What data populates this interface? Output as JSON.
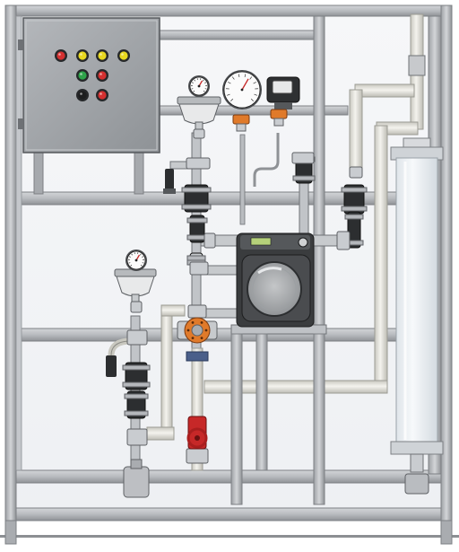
{
  "scene": {
    "colors": {
      "frame": "#b9bcc0",
      "frame_edge": "#7d8084",
      "panel": "#9a9ea2",
      "pipe": "#e4e3dc",
      "pipe_edge": "#9c9c94",
      "steel": "#c9ccd0",
      "dark_valve": "#2c2e30",
      "orange": "#e07a2a",
      "red": "#d43030",
      "yellow": "#e8d820",
      "green": "#2fa34a",
      "pump_body": "#3a3c3e",
      "column_glass": "#e9eef3"
    }
  },
  "control_panel": {
    "indicator_rows": [
      [
        "red",
        "yellow",
        "yellow",
        "yellow"
      ],
      [
        "red",
        "green",
        "red"
      ],
      [
        "black",
        "red"
      ]
    ]
  },
  "gauges": [
    {
      "name": "upper-left-pressure-gauge"
    },
    {
      "name": "center-pressure-gauge"
    },
    {
      "name": "lower-left-pressure-gauge"
    }
  ],
  "pump": {
    "display_text": ""
  }
}
